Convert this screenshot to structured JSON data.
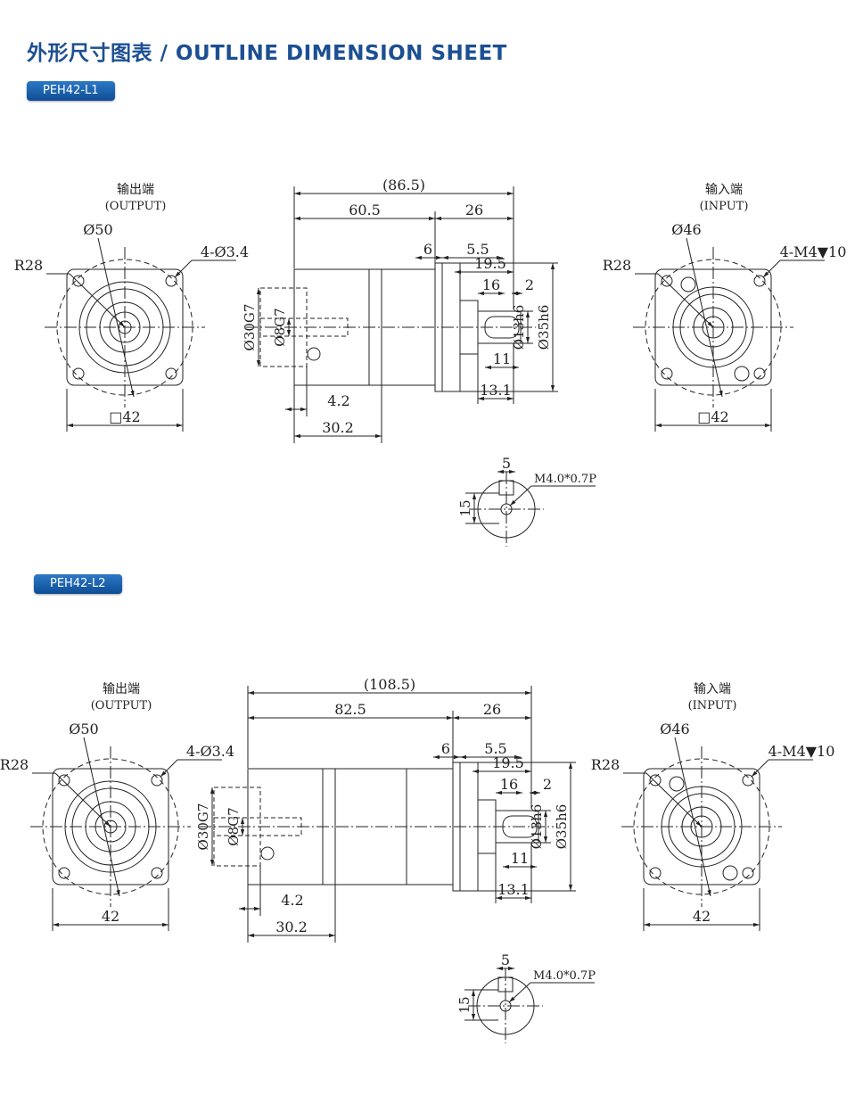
{
  "header": {
    "title": "外形尺寸图表 / OUTLINE DIMENSION SHEET"
  },
  "models": [
    {
      "name": "PEH42-L1",
      "output_label": "输出端",
      "output_label_en": "(OUTPUT)",
      "input_label": "输入端",
      "input_label_en": "(INPUT)",
      "output": {
        "radius": "R28",
        "circle_dia": "Ø50",
        "holes": "4-Ø3.4",
        "square": "□42"
      },
      "side": {
        "total": "(86.5)",
        "body": "60.5",
        "input_len": "26",
        "flange": "6",
        "dim_5_5": "5.5",
        "dim_19_5": "19.5",
        "shaft_16": "16",
        "shaft_2": "2",
        "bore_30": "Ø30G7",
        "bore_8": "Ø8G7",
        "shaft_13": "Ø13h6",
        "shaft_35": "Ø35h6",
        "dim_11": "11",
        "dim_13_1": "13.1",
        "dim_4_2": "4.2",
        "dim_30_2": "30.2"
      },
      "input": {
        "radius": "R28",
        "circle_dia": "Ø46",
        "holes": "4-M4▼10",
        "square": "□42"
      },
      "detail": {
        "w": "5",
        "h": "15",
        "thread": "M4.0*0.7P"
      }
    },
    {
      "name": "PEH42-L2",
      "output_label": "输出端",
      "output_label_en": "(OUTPUT)",
      "input_label": "输入端",
      "input_label_en": "(INPUT)",
      "output": {
        "radius": "R28",
        "circle_dia": "Ø50",
        "holes": "4-Ø3.4",
        "square": "42"
      },
      "side": {
        "total": "(108.5)",
        "body": "82.5",
        "input_len": "26",
        "flange": "6",
        "dim_5_5": "5.5",
        "dim_19_5": "19.5",
        "shaft_16": "16",
        "shaft_2": "2",
        "bore_30": "Ø30G7",
        "bore_8": "Ø8G7",
        "shaft_13": "Ø13h6",
        "shaft_35": "Ø35h6",
        "dim_11": "11",
        "dim_13_1": "13.1",
        "dim_4_2": "4.2",
        "dim_30_2": "30.2"
      },
      "input": {
        "radius": "R28",
        "circle_dia": "Ø46",
        "holes": "4-M4▼10",
        "square": "42"
      },
      "detail": {
        "w": "5",
        "h": "15",
        "thread": "M4.0*0.7P"
      }
    }
  ],
  "colors": {
    "title": "#1c4f92",
    "badge": "#1560ad",
    "line": "#222222"
  }
}
